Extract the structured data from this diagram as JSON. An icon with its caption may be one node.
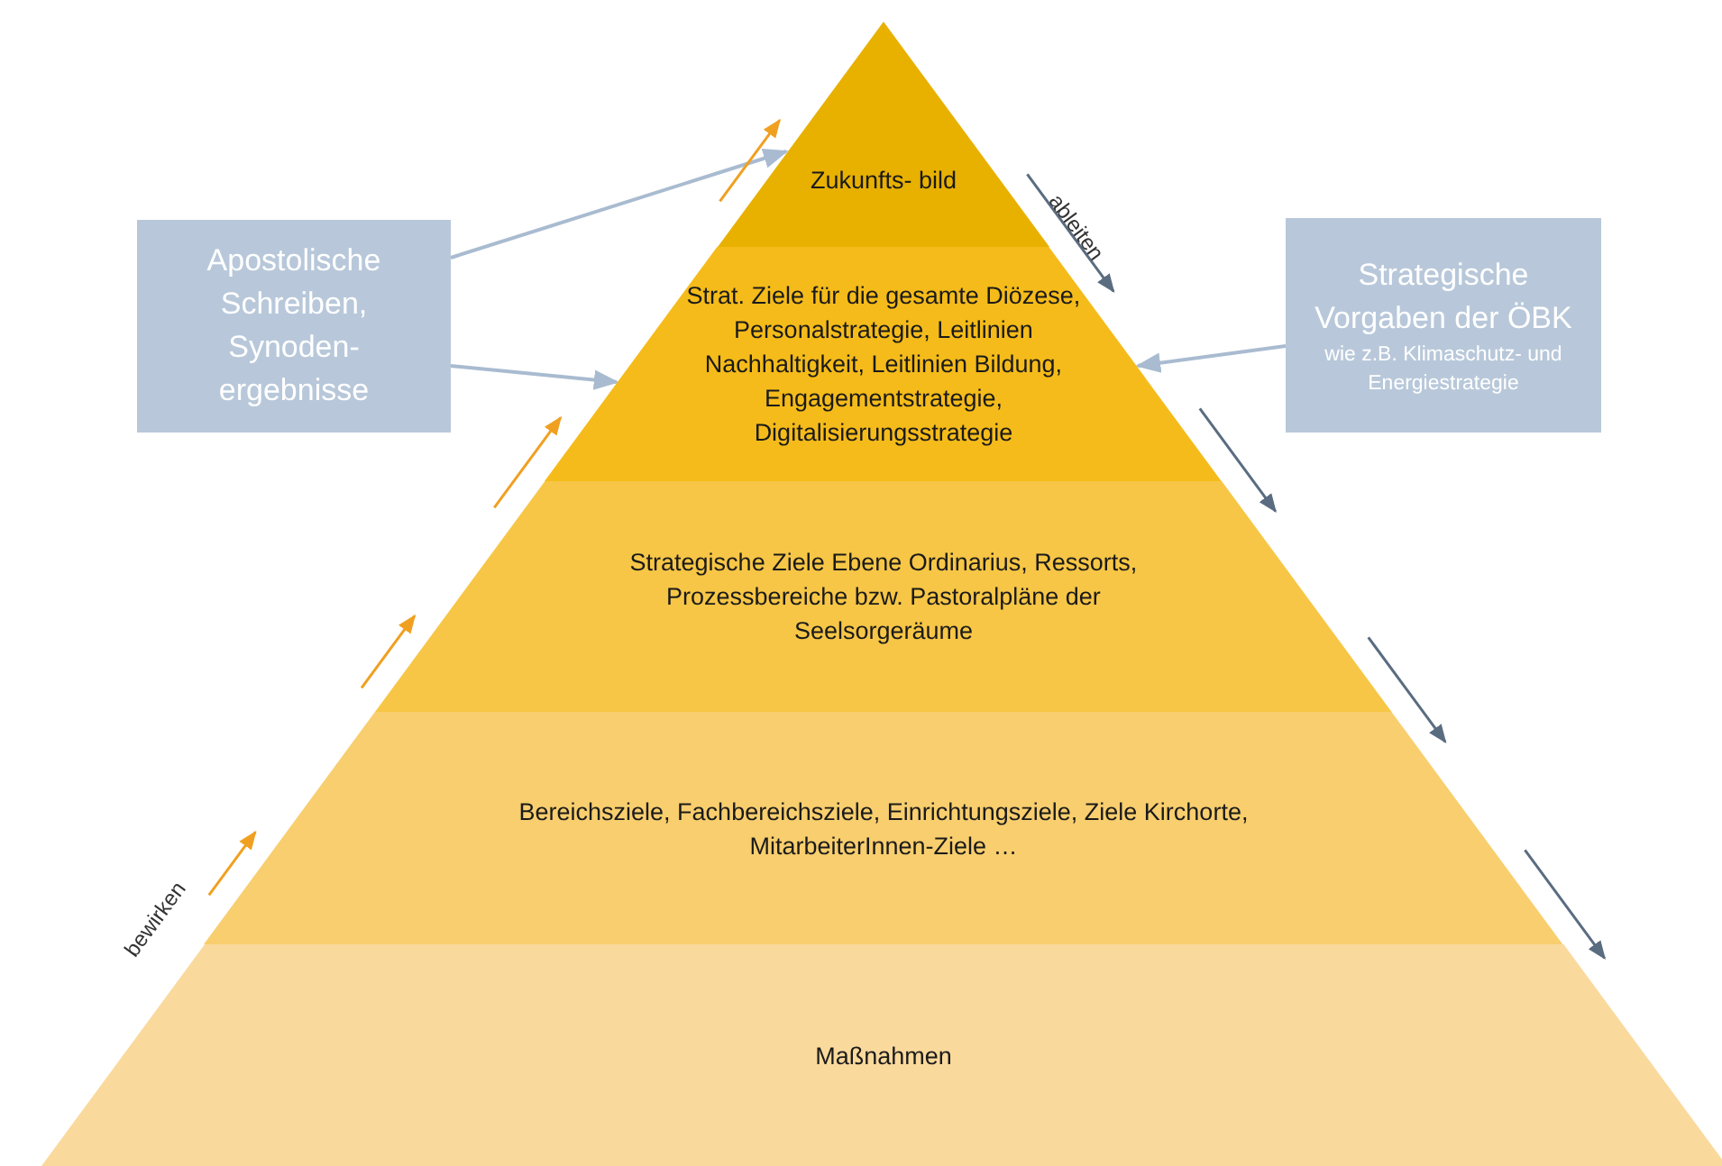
{
  "diagram": {
    "nodes": [
      {
        "text": [
          "Zukunfts- bild"
        ]
      },
      {
        "text": [
          "Strat. Ziele für die gesamte Diözese, Personalstrategie, Leitlinien Nachhaltigkeit, Leitlinien Bildung, Engagementstrategie, Digitalisierungsstrategie"
        ]
      },
      {
        "text": [
          "Strategische Ziele Ebene Ordinarius, Ressorts, Prozessbereiche bzw. Pastoralpläne der Seelsorgeräume"
        ]
      },
      {
        "text": [
          "Bereichsziele, Fachbereichsziele, Einrichtungsziele, Ziele Kirchorte, MitarbeiterInnen-Ziele …"
        ]
      },
      {
        "text": [
          "Maßnahmen"
        ]
      },
      {
        "text": [
          "Apostolische Schreiben, Synoden- ergebnisse"
        ]
      },
      {
        "text": [
          "Strategische Vorgaben der ÖBK",
          "wie z.B. Klimaschutz- und Energiestrategie"
        ]
      }
    ],
    "edges": [
      {
        "from": 5,
        "to": 0,
        "arrow": "to"
      },
      {
        "from": 5,
        "to": 1,
        "arrow": "to"
      },
      {
        "from": 6,
        "to": 1,
        "arrow": "to"
      }
    ],
    "labels": [
      "ableiten",
      "bewirken"
    ]
  }
}
